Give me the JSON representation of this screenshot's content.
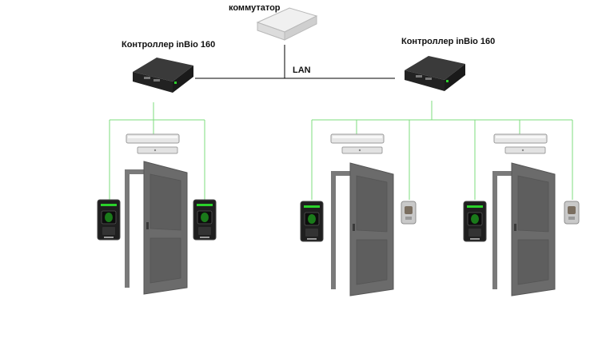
{
  "labels": {
    "switch": "коммутатор",
    "controller_left": "Контроллер inBio 160",
    "controller_right": "Контроллер inBio 160",
    "lan": "LAN"
  },
  "colors": {
    "wire_lan": "#000000",
    "wire_rs485": "#7ddc7d",
    "door": "#6b6b6b",
    "door_frame": "#7a7a7a",
    "controller": "#2b2b2b",
    "reader": "#1f1f1f",
    "reader_led": "#2bd12b"
  },
  "icons": [
    "network-switch-icon",
    "controller-icon",
    "magnetic-lock-icon",
    "fingerprint-reader-icon",
    "exit-button-icon",
    "door-icon"
  ]
}
